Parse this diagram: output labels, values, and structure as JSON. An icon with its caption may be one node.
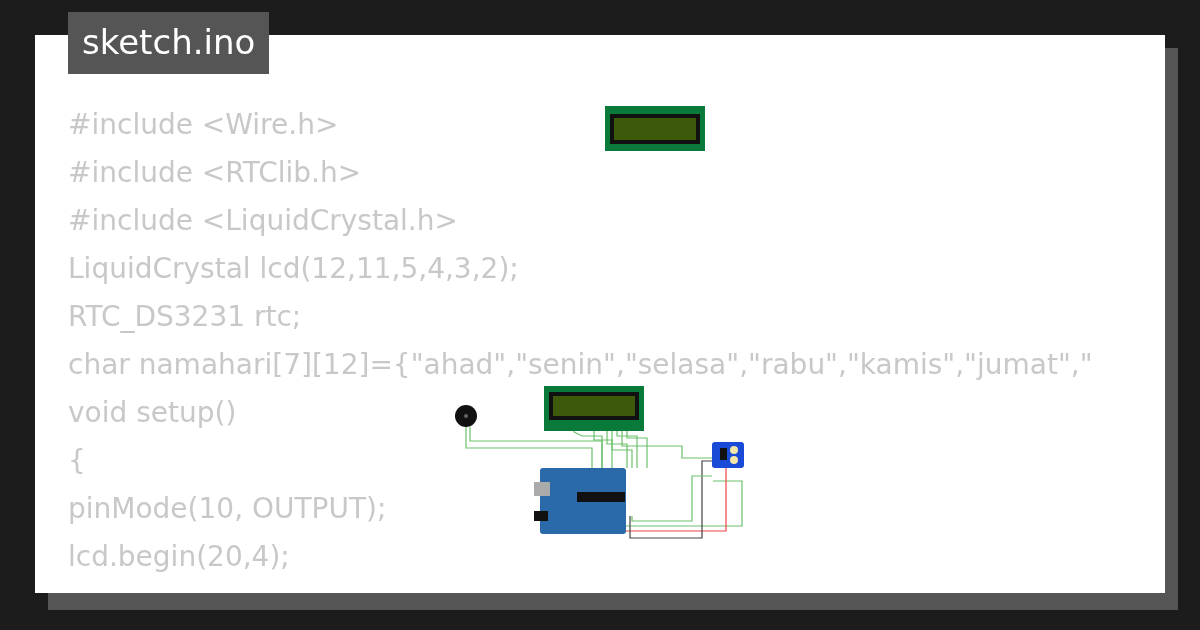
{
  "diagram": {
    "title": "sketch.ino",
    "labels": [
      "#include <Wire.h>",
      "#include <RTClib.h>",
      "#include <LiquidCrystal.h>",
      "LiquidCrystal lcd(12,11,5,4,3,2);",
      "RTC_DS3231 rtc;",
      "char namahari[7][12]={\"ahad\",\"senin\",\"selasa\",\"rabu\",\"kamis\",\"jumat\",\"",
      "void setup()",
      "{",
      "pinMode(10, OUTPUT);",
      "lcd.begin(20,4);"
    ]
  }
}
